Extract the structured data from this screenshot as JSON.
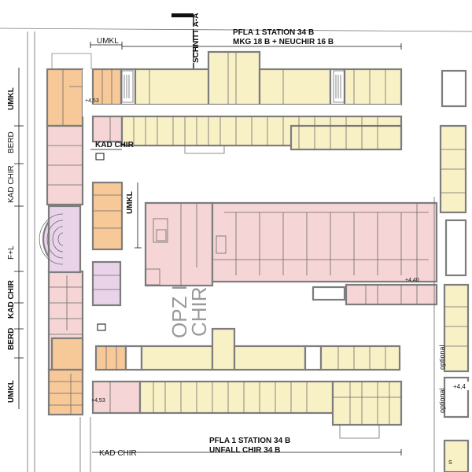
{
  "colors": {
    "orange": "#f7c898",
    "pink": "#f5d5d6",
    "yellow": "#f8f1c6",
    "lilac": "#e9d3e9",
    "wall": "#7d7d7d",
    "blue": "#dbe9f3"
  },
  "labels": {
    "section": "SCHNITT A-A",
    "top_line1": "PFLA  1 STATION 34 B",
    "top_line2": "MKG 18 B + NEUCHIR 16 B",
    "top_umkl": "UMKL",
    "kad_chir_top": "KAD CHIR",
    "umkl_inner": "UMKL",
    "opz_line1": "OPZ I",
    "opz_line2": "CHIR",
    "bottom_line1": "PFLA  1 STATION 34 B",
    "bottom_line2": "UNFALL CHIR 34 B",
    "kad_chir_bottom": "KAD CHIR",
    "optional_1": "optional",
    "optional_2": "optional",
    "stair_s": "S"
  },
  "left_axis": [
    "UMKL",
    "BERD",
    "KAD CHIR",
    "F+L",
    "KAD CHIR",
    "BERD",
    "UMKL"
  ],
  "elevations": [
    "+4,53",
    "+4,53",
    "+4,40",
    "+4,4"
  ]
}
